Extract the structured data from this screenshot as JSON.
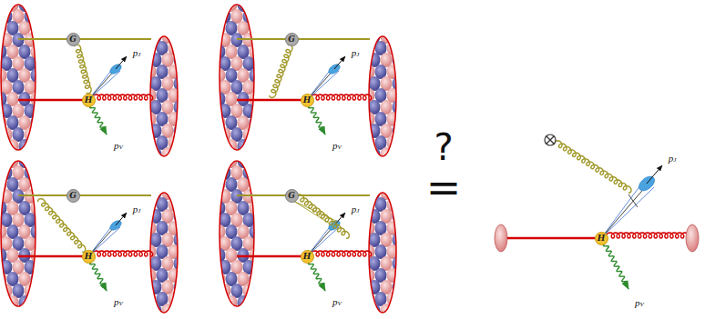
{
  "diagram": {
    "nodes": [
      {
        "text": [
          "G"
        ]
      },
      {
        "text": [
          "H"
        ]
      },
      {
        "text": [
          "G"
        ]
      },
      {
        "text": [
          "H"
        ]
      },
      {
        "text": [
          "G"
        ]
      },
      {
        "text": [
          "H"
        ]
      },
      {
        "text": [
          "G"
        ]
      },
      {
        "text": [
          "H"
        ]
      },
      {
        "text": [
          "H"
        ]
      }
    ],
    "edges": [
      {
        "from": 0,
        "to": 1,
        "arrow": "none"
      }
    ],
    "labels": [
      "pJ",
      "pV",
      "pJ",
      "pV",
      "?",
      "=",
      "pJ",
      "pV",
      "pJ",
      "pV",
      "pJ",
      "pV"
    ]
  }
}
